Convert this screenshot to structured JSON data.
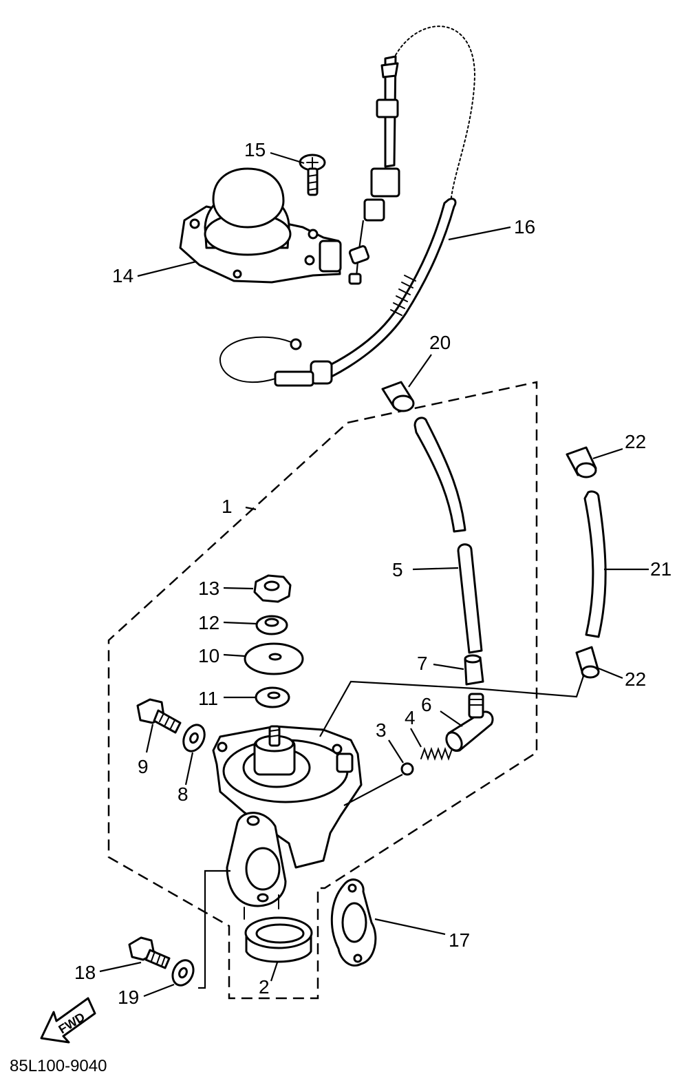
{
  "diagram_code": "85L100-9040",
  "direction_label": "FWD",
  "labels": {
    "p1": "1",
    "p2": "2",
    "p3": "3",
    "p4": "4",
    "p5": "5",
    "p6": "6",
    "p7": "7",
    "p8": "8",
    "p9": "9",
    "p10": "10",
    "p11": "11",
    "p12": "12",
    "p13": "13",
    "p14": "14",
    "p15": "15",
    "p16": "16",
    "p17": "17",
    "p18": "18",
    "p19": "19",
    "p20": "20",
    "p21": "21",
    "p22a": "22",
    "p22b": "22"
  }
}
